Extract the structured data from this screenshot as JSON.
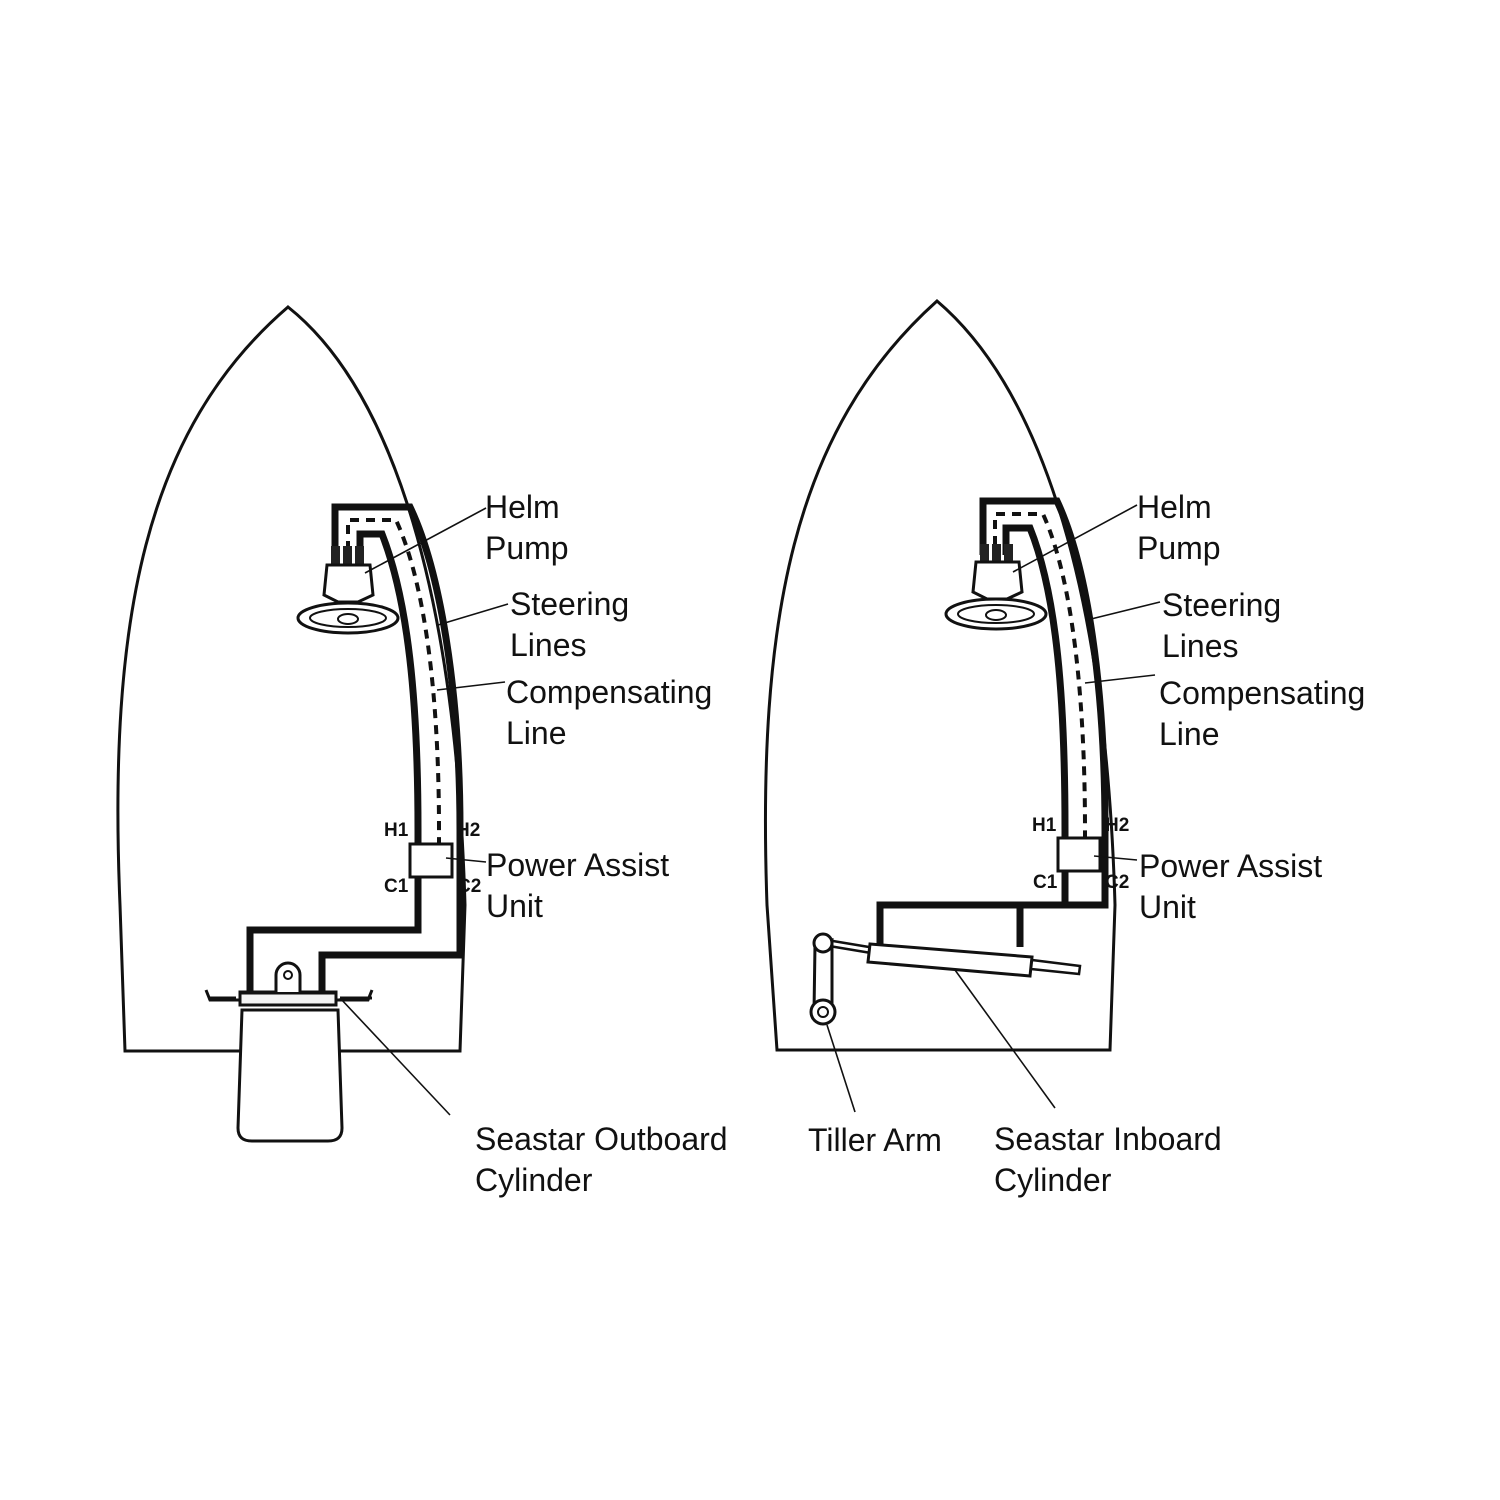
{
  "left_diagram": {
    "helm_pump": [
      "Helm",
      "Pump"
    ],
    "steering_lines": [
      "Steering",
      "Lines"
    ],
    "compensating_line": [
      "Compensating",
      "Line"
    ],
    "power_assist_unit": [
      "Power Assist",
      "Unit"
    ],
    "ports": {
      "h1": "H1",
      "h2": "H2",
      "c1": "C1",
      "c2": "C2"
    },
    "cylinder": [
      "Seastar Outboard",
      "Cylinder"
    ]
  },
  "right_diagram": {
    "helm_pump": [
      "Helm",
      "Pump"
    ],
    "steering_lines": [
      "Steering",
      "Lines"
    ],
    "compensating_line": [
      "Compensating",
      "Line"
    ],
    "power_assist_unit": [
      "Power Assist",
      "Unit"
    ],
    "ports": {
      "h1": "H1",
      "h2": "H2",
      "c1": "C1",
      "c2": "C2"
    },
    "tiller_arm": "Tiller Arm",
    "cylinder": [
      "Seastar Inboard",
      "Cylinder"
    ]
  },
  "colors": {
    "ink": "#111111",
    "background": "#ffffff",
    "housing": "#f4f4f4"
  }
}
